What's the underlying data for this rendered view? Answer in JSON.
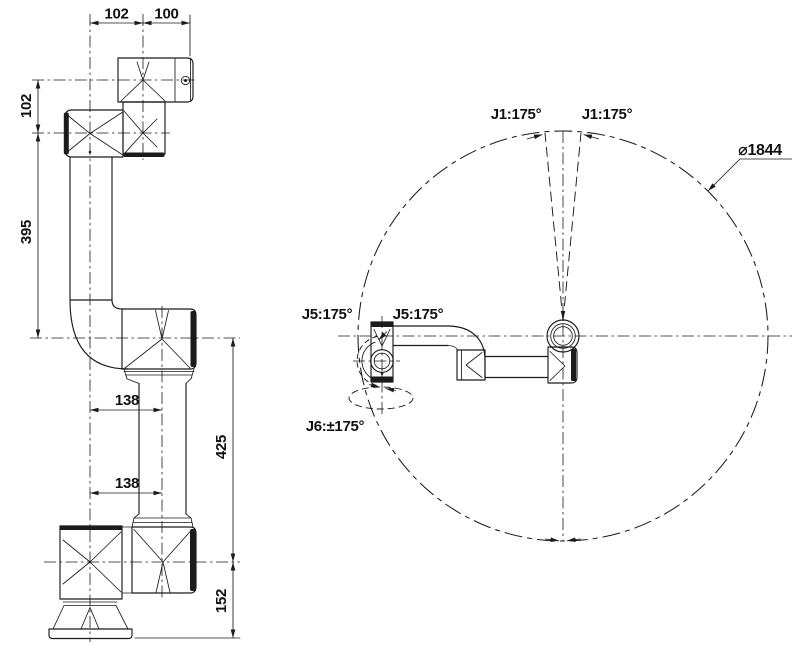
{
  "title": "robot-arm-dimension-drawing",
  "colors": {
    "ink": "#1b1b1b",
    "background": "#ffffff"
  },
  "side_view": {
    "dim_top_first": "102",
    "dim_top_second": "100",
    "dim_left_upper": "102",
    "dim_left_lower": "395",
    "dim_mid_upper": "138",
    "dim_mid_lower": "138",
    "dim_right_upper": "425",
    "dim_right_lower": "152"
  },
  "top_view": {
    "j1_left": "J1:175°",
    "j1_right": "J1:175°",
    "envelope_diameter": "⌀1844",
    "j5_outer": "J5:175°",
    "j5_inner": "J5:175°",
    "j6": "J6:±175°"
  }
}
